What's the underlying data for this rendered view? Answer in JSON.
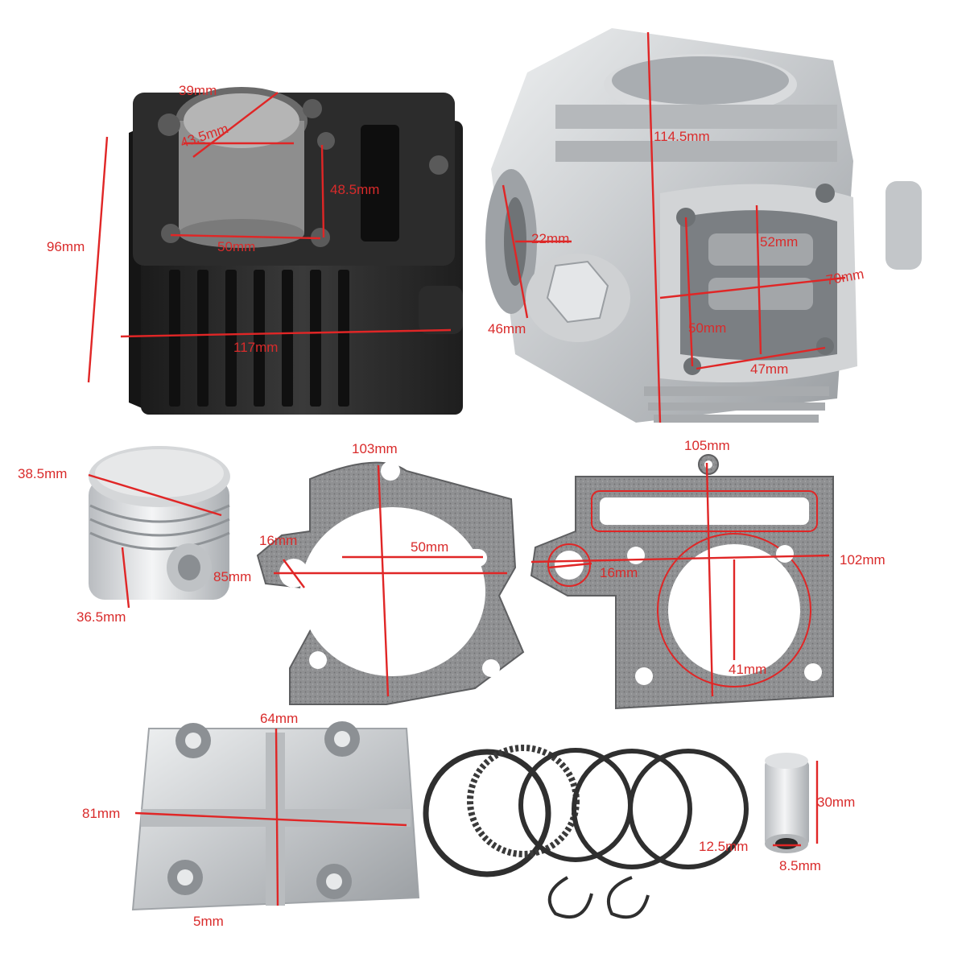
{
  "colors": {
    "accent": "#e02626",
    "cylinder": "#2a2a2a",
    "aluminum": "#c9cbcd",
    "gasket": "#8c8c8c",
    "background": "#ffffff"
  },
  "labels": {
    "cyl_39": "39mm",
    "cyl_43_5": "43.5mm",
    "cyl_48_5": "48.5mm",
    "cyl_50": "50mm",
    "cyl_96": "96mm",
    "cyl_117": "117mm",
    "head_114_5": "114.5mm",
    "head_22": "22mm",
    "head_52": "52mm",
    "head_70": "70mm",
    "head_46": "46mm",
    "head_50": "50mm",
    "head_47": "47mm",
    "piston_38_5": "38.5mm",
    "piston_36_5": "36.5mm",
    "gasket_103": "103mm",
    "gasket_16a": "16mm",
    "gasket_50": "50mm",
    "gasket_85": "85mm",
    "gasket_105": "105mm",
    "gasket_102": "102mm",
    "gasket_16b": "16mm",
    "gasket_41": "41mm",
    "cover_64": "64mm",
    "cover_81": "81mm",
    "cover_5": "5mm",
    "pin_30": "30mm",
    "pin_12_5": "12.5mm",
    "pin_8_5": "8.5mm"
  }
}
